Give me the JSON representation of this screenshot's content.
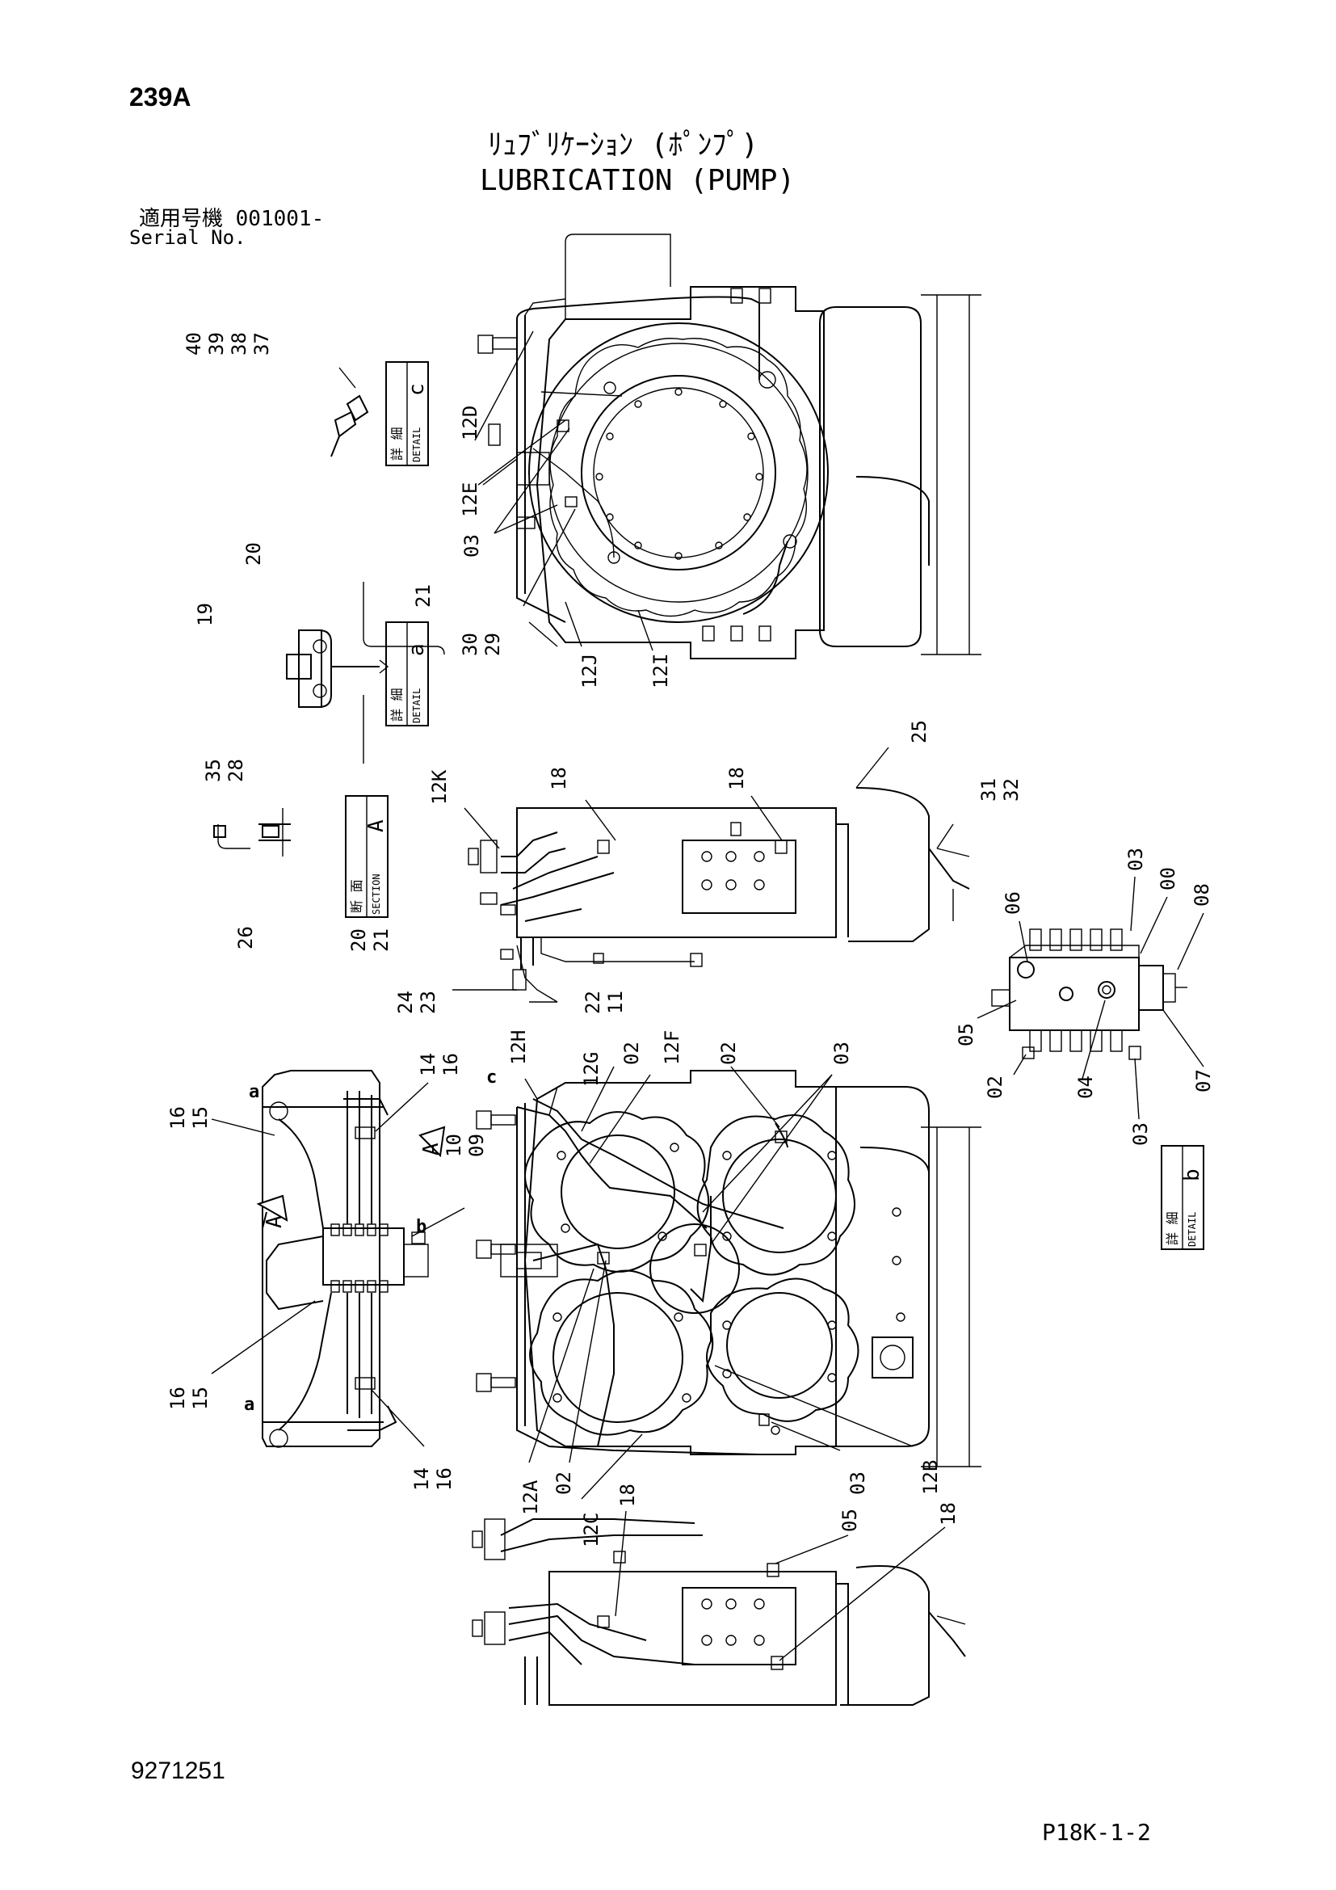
{
  "page": {
    "page_number": "239A",
    "title_jp": "ﾘｭﾌﾞﾘｹｰｼｮﾝ (ﾎﾟﾝﾌﾟ)",
    "title_en": "LUBRICATION (PUMP)",
    "serial_jp": "適用号機 001001-",
    "serial_en": "Serial No.",
    "drawing_number": "9271251",
    "sheet_ref": "P18K-1-2"
  },
  "detail_boxes": {
    "c": {
      "jp": "詳 細",
      "en": "DETAIL",
      "letter": "c"
    },
    "a": {
      "jp": "詳 細",
      "en": "DETAIL",
      "letter": "a"
    },
    "A": {
      "jp": "断 面",
      "en": "SECTION",
      "letter": "A"
    },
    "b": {
      "jp": "詳 細",
      "en": "DETAIL",
      "letter": "b"
    }
  },
  "callouts": {
    "c40": "40",
    "c39": "39",
    "c38": "38",
    "c37": "37",
    "c12D": "12D",
    "c12E": "12E",
    "c03a": "03",
    "c30": "30",
    "c29": "29",
    "c12J": "12J",
    "c12I": "12I",
    "c20a": "20",
    "c19": "19",
    "c21a": "21",
    "c35": "35",
    "c28": "28",
    "c26": "26",
    "c20b": "20",
    "c21b": "21",
    "c12K": "12K",
    "c18a": "18",
    "c18b": "18",
    "c25": "25",
    "c31": "31",
    "c32": "32",
    "c24": "24",
    "c23": "23",
    "c22": "22",
    "c11": "11",
    "c06": "06",
    "c03b": "03",
    "c00": "00",
    "c08": "08",
    "c05a": "05",
    "c02a": "02",
    "c04": "04",
    "c03c": "03",
    "c07": "07",
    "c14a": "14",
    "c16a": "16",
    "c16b": "16",
    "c15a": "15",
    "c10": "10",
    "c09": "09",
    "c16c": "16",
    "c15b": "15",
    "c14b": "14",
    "c16d": "16",
    "c12H": "12H",
    "c12G": "12G",
    "c02b": "02",
    "c12F": "12F",
    "c02c": "02",
    "c03d": "03",
    "c12A": "12A",
    "c02d": "02",
    "c12C": "12C",
    "c03e": "03",
    "c12B": "12B",
    "c18c": "18",
    "c05b": "05",
    "c18d": "18",
    "la1": "a",
    "la2": "a",
    "lc": "c",
    "lb": "b",
    "lA1": "A",
    "lA2": "A"
  }
}
